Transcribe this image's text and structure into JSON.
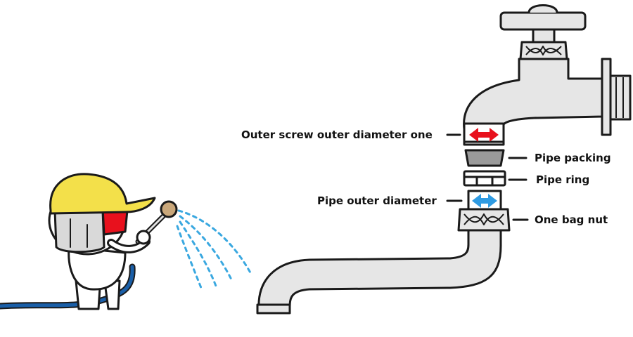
{
  "labels": {
    "outer_screw": "Outer screw outer diameter one",
    "pipe_packing": "Pipe packing",
    "pipe_ring": "Pipe ring",
    "pipe_outer": "Pipe outer diameter",
    "bag_nut": "One bag nut"
  },
  "colors": {
    "outline": "#1a1a1a",
    "metal": "#e6e6e6",
    "metal_shade": "#cfcfcf",
    "red_arrow": "#e8111d",
    "blue_arrow": "#2f9be2",
    "water": "#3aa8e0",
    "helmet": "#f3e04a",
    "hose": "#1a5fa8",
    "packing": "#9a9a9a"
  }
}
